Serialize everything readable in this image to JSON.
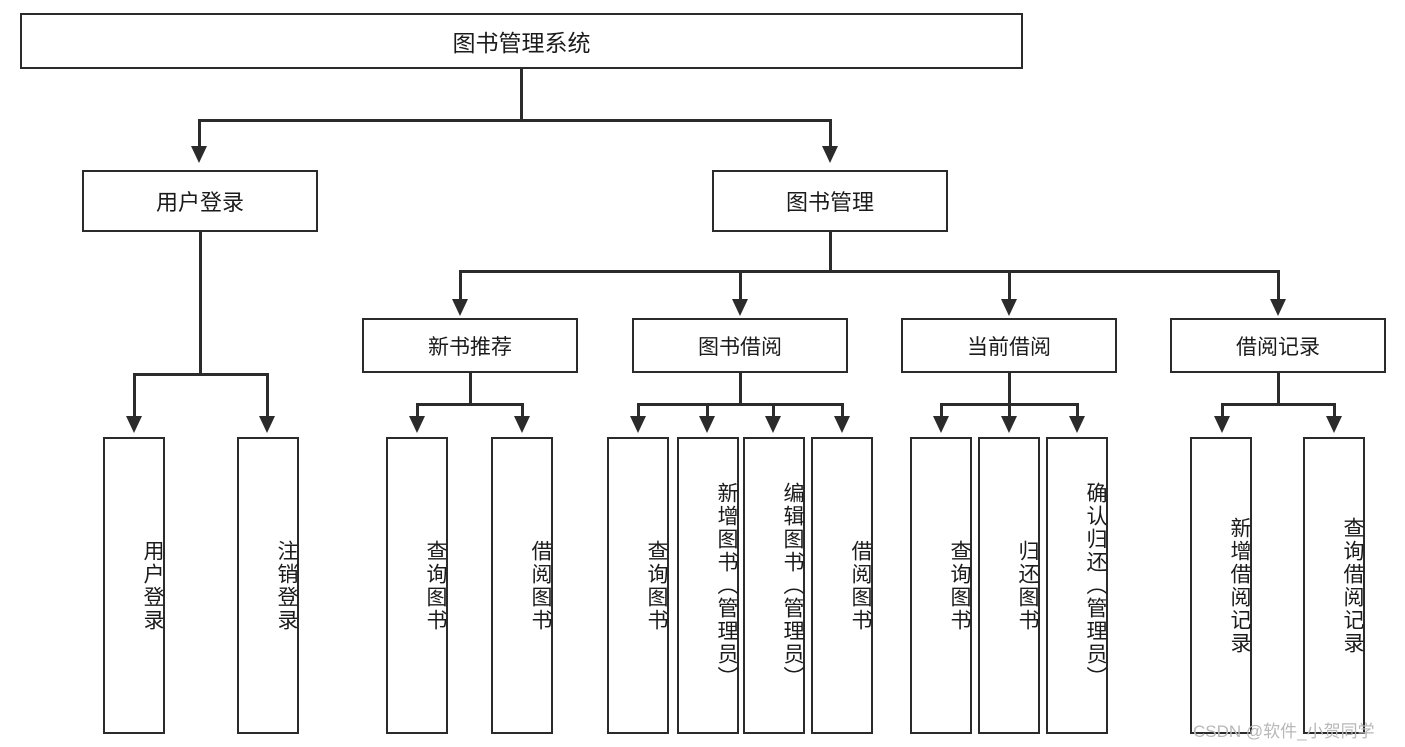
{
  "diagram": {
    "type": "tree-hierarchy",
    "title": "图书管理系统",
    "root": {
      "label": "图书管理系统"
    },
    "level2": [
      {
        "id": "user-login",
        "label": "用户登录"
      },
      {
        "id": "book-management",
        "label": "图书管理"
      }
    ],
    "level3": [
      {
        "id": "new-book-recommend",
        "label": "新书推荐",
        "parent": "book-management"
      },
      {
        "id": "book-borrow",
        "label": "图书借阅",
        "parent": "book-management"
      },
      {
        "id": "current-borrow",
        "label": "当前借阅",
        "parent": "book-management"
      },
      {
        "id": "borrow-record",
        "label": "借阅记录",
        "parent": "book-management"
      }
    ],
    "leaves": [
      {
        "id": "leaf-user-login",
        "label": "用户登录",
        "parent": "user-login"
      },
      {
        "id": "leaf-logout",
        "label": "注销登录",
        "parent": "user-login"
      },
      {
        "id": "leaf-query-book-1",
        "label": "查询图书",
        "parent": "new-book-recommend"
      },
      {
        "id": "leaf-borrow-book-1",
        "label": "借阅图书",
        "parent": "new-book-recommend"
      },
      {
        "id": "leaf-query-book-2",
        "label": "查询图书",
        "parent": "book-borrow"
      },
      {
        "id": "leaf-add-book",
        "label": "新增图书（管理员）",
        "parent": "book-borrow"
      },
      {
        "id": "leaf-edit-book",
        "label": "编辑图书（管理员）",
        "parent": "book-borrow"
      },
      {
        "id": "leaf-borrow-book-2",
        "label": "借阅图书",
        "parent": "book-borrow"
      },
      {
        "id": "leaf-query-book-3",
        "label": "查询图书",
        "parent": "current-borrow"
      },
      {
        "id": "leaf-return-book",
        "label": "归还图书",
        "parent": "current-borrow"
      },
      {
        "id": "leaf-confirm-return",
        "label": "确认归还（管理员）",
        "parent": "current-borrow"
      },
      {
        "id": "leaf-add-record",
        "label": "新增借阅记录",
        "parent": "borrow-record"
      },
      {
        "id": "leaf-query-record",
        "label": "查询借阅记录",
        "parent": "borrow-record"
      }
    ]
  },
  "watermark": {
    "text": "CSDN @软件_小贺同学"
  },
  "colors": {
    "stroke": "#2b2b2b",
    "background": "#ffffff",
    "text": "#1b1b1b",
    "watermark": "#b8b8b8"
  }
}
